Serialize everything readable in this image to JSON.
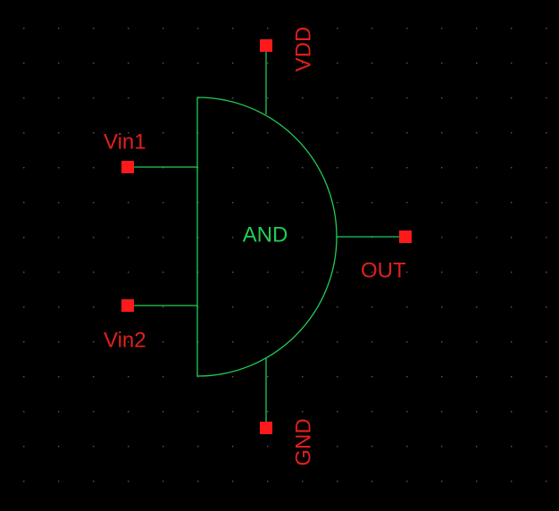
{
  "colors": {
    "background": "#000000",
    "wire": "#22cc55",
    "pin": "#ff1a1a",
    "pin_label": "#e0201e",
    "gate_label": "#22cc55",
    "grid_dot": "#5a5a5a"
  },
  "gate": {
    "label": "AND"
  },
  "pins": {
    "vdd": "VDD",
    "gnd": "GND",
    "vin1": "Vin1",
    "vin2": "Vin2",
    "out": "OUT"
  }
}
